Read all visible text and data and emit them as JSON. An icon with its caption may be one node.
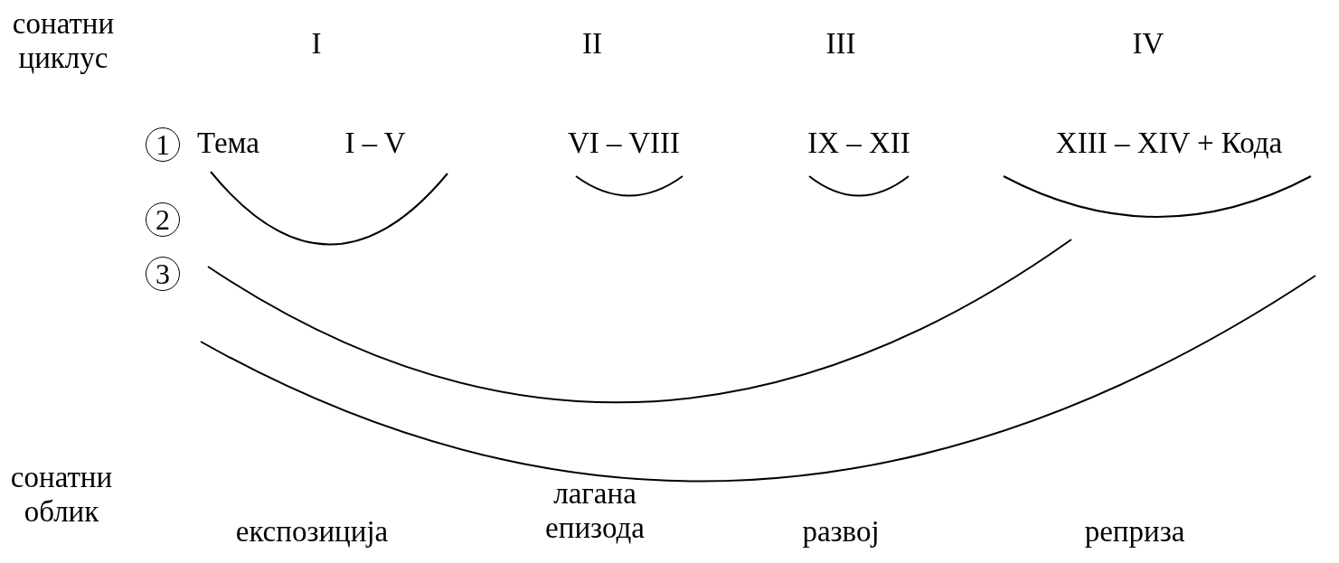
{
  "diagram": {
    "nodes": [
      {
        "text": [
          "1"
        ]
      },
      {
        "text": [
          "2"
        ]
      },
      {
        "text": [
          "3"
        ]
      }
    ],
    "labels": [
      "сонатни циклус",
      "I",
      "II",
      "III",
      "IV",
      "Тема",
      "I – V",
      "VI – VIII",
      "IX – XII",
      "XIII – XIV + Кода",
      "сонатни облик",
      "експозиција",
      "лагана епизода",
      "развој",
      "реприза"
    ]
  }
}
